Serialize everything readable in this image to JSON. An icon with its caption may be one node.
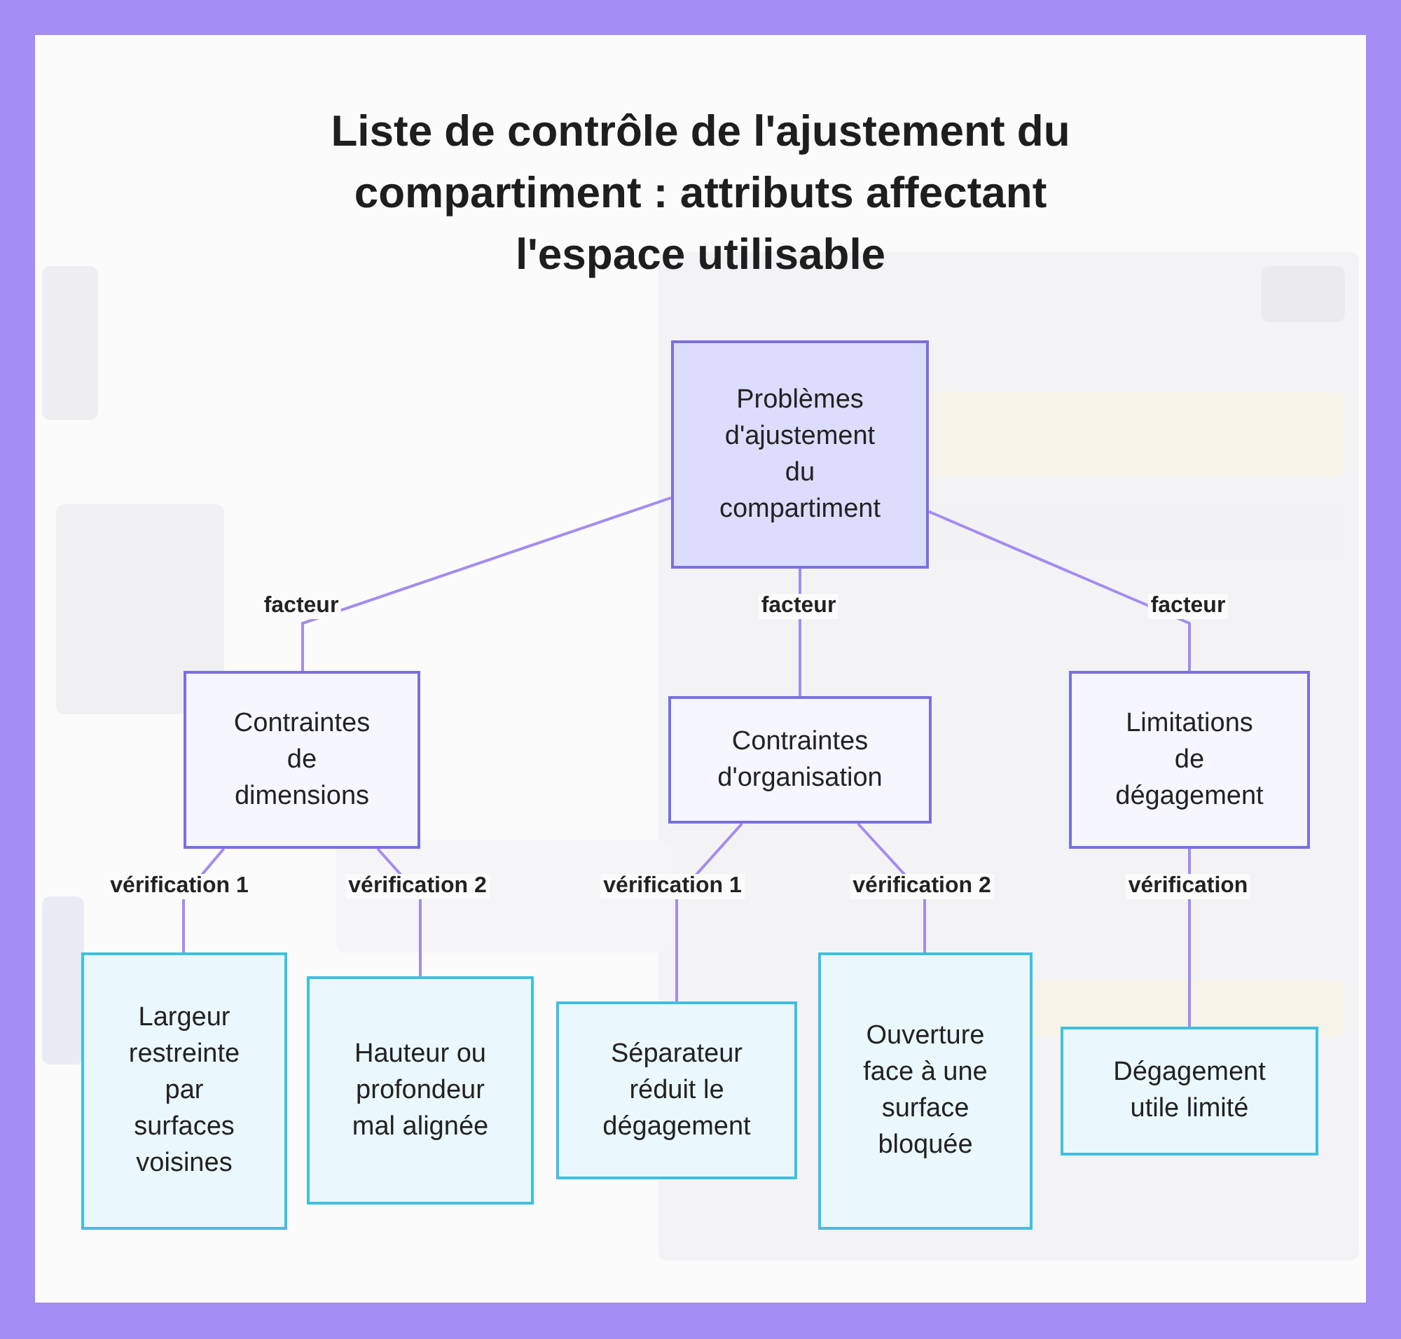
{
  "diagram": {
    "title": "Liste de contrôle de l'ajustement du compartiment : attributs affectant l'espace utilisable",
    "nodes": [
      {
        "text": [
          "Problèmes d'ajustement du compartiment"
        ]
      },
      {
        "text": [
          "Contraintes de dimensions"
        ]
      },
      {
        "text": [
          "Contraintes d'organisation"
        ]
      },
      {
        "text": [
          "Limitations de dégagement"
        ]
      },
      {
        "text": [
          "Largeur restreinte par surfaces voisines"
        ]
      },
      {
        "text": [
          "Hauteur ou profondeur mal alignée"
        ]
      },
      {
        "text": [
          "Séparateur réduit le dégagement"
        ]
      },
      {
        "text": [
          "Ouverture face à une surface bloquée"
        ]
      },
      {
        "text": [
          "Dégagement utile limité"
        ]
      }
    ],
    "edges": [
      {
        "from": 0,
        "to": 1,
        "arrow": "none",
        "label": "facteur"
      },
      {
        "from": 0,
        "to": 2,
        "arrow": "none",
        "label": "facteur"
      },
      {
        "from": 0,
        "to": 3,
        "arrow": "none",
        "label": "facteur"
      },
      {
        "from": 1,
        "to": 4,
        "arrow": "none",
        "label": "vérification 1"
      },
      {
        "from": 1,
        "to": 5,
        "arrow": "none",
        "label": "vérification 2"
      },
      {
        "from": 2,
        "to": 6,
        "arrow": "none",
        "label": "vérification 1"
      },
      {
        "from": 2,
        "to": 7,
        "arrow": "none",
        "label": "vérification 2"
      },
      {
        "from": 3,
        "to": 8,
        "arrow": "none",
        "label": "vérification"
      }
    ]
  }
}
